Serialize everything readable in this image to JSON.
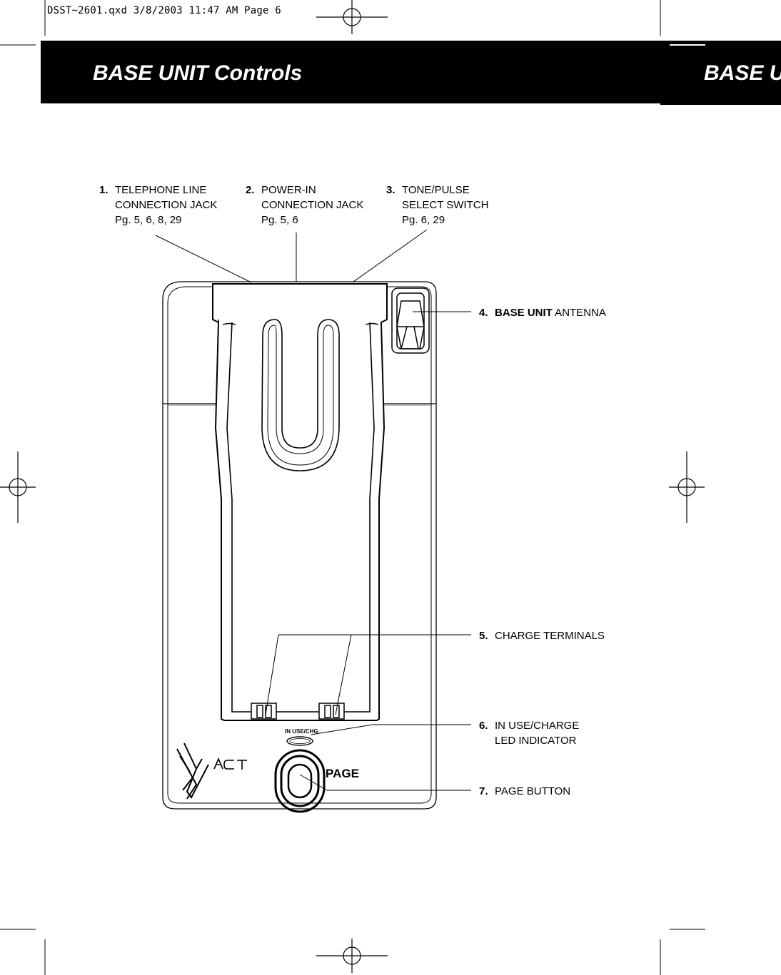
{
  "slug": "DSST~2601.qxd  3/8/2003  11:47 AM  Page 6",
  "header": {
    "title": "BASE UNIT Controls",
    "title_right": "BASE UI"
  },
  "callouts": [
    {
      "num": "1.",
      "lines": [
        "TELEPHONE LINE",
        "CONNECTION JACK",
        "Pg. 5, 6, 8, 29"
      ]
    },
    {
      "num": "2.",
      "lines": [
        "POWER-IN",
        "CONNECTION JACK",
        "Pg. 5, 6"
      ]
    },
    {
      "num": "3.",
      "lines": [
        "TONE/PULSE",
        "SELECT SWITCH",
        "Pg. 6, 29"
      ]
    },
    {
      "num": "4.",
      "bold": "BASE UNIT",
      "rest": " ANTENNA"
    },
    {
      "num": "5.",
      "lines": [
        "CHARGE TERMINALS"
      ]
    },
    {
      "num": "6.",
      "lines": [
        "IN USE/CHARGE",
        "LED INDICATOR"
      ]
    },
    {
      "num": "7.",
      "lines": [
        "PAGE BUTTON"
      ]
    }
  ],
  "device": {
    "led_label": "IN USE/CHG",
    "page_button_label": "PAGE",
    "brand_logo": "XACT"
  },
  "icons": [
    "registration-mark-icon"
  ]
}
